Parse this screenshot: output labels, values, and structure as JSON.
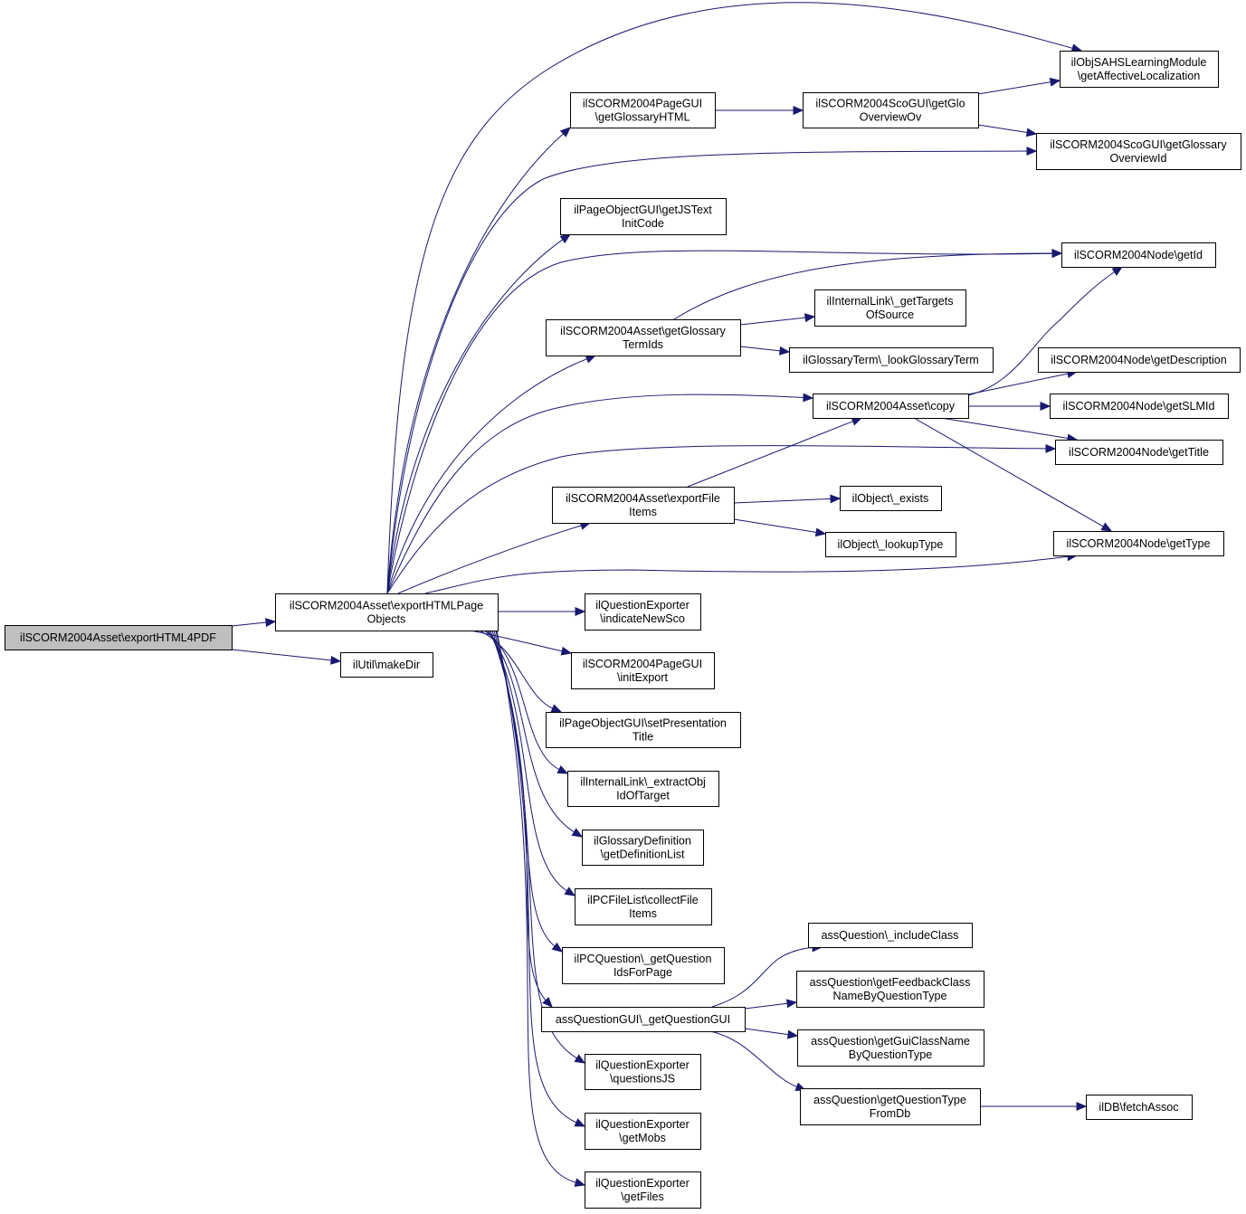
{
  "colors": {
    "edge": "#191970",
    "node_border": "#000000",
    "root_fill": "#bfbfbf",
    "node_fill": "#ffffff"
  },
  "nodes": [
    {
      "id": "root",
      "lines": [
        "ilSCORM2004Asset\\exportHTML4PDF"
      ],
      "root": true
    },
    {
      "id": "ehpo",
      "lines": [
        "ilSCORM2004Asset\\exportHTMLPage",
        "Objects"
      ]
    },
    {
      "id": "mkdir",
      "lines": [
        "ilUtil\\makeDir"
      ]
    },
    {
      "id": "sahs",
      "lines": [
        "ilObjSAHSLearningModule",
        "\\getAffectiveLocalization"
      ]
    },
    {
      "id": "pgui_gloss",
      "lines": [
        "ilSCORM2004PageGUI",
        "\\getGlossaryHTML"
      ]
    },
    {
      "id": "sco_glo",
      "lines": [
        "ilSCORM2004ScoGUI\\getGlo",
        "OverviewOv"
      ]
    },
    {
      "id": "sco_gid",
      "lines": [
        "ilSCORM2004ScoGUI\\getGlossary",
        "OverviewId"
      ]
    },
    {
      "id": "pog_js",
      "lines": [
        "ilPageObjectGUI\\getJSText",
        "InitCode"
      ]
    },
    {
      "id": "node_id",
      "lines": [
        "ilSCORM2004Node\\getId"
      ]
    },
    {
      "id": "ilink_targets",
      "lines": [
        "ilInternalLink\\_getTargets",
        "OfSource"
      ]
    },
    {
      "id": "asset_gterm",
      "lines": [
        "ilSCORM2004Asset\\getGlossary",
        "TermIds"
      ]
    },
    {
      "id": "gterm_look",
      "lines": [
        "ilGlossaryTerm\\_lookGlossaryTerm"
      ]
    },
    {
      "id": "node_desc",
      "lines": [
        "ilSCORM2004Node\\getDescription"
      ]
    },
    {
      "id": "asset_copy",
      "lines": [
        "ilSCORM2004Asset\\copy"
      ]
    },
    {
      "id": "node_slm",
      "lines": [
        "ilSCORM2004Node\\getSLMId"
      ]
    },
    {
      "id": "node_title",
      "lines": [
        "ilSCORM2004Node\\getTitle"
      ]
    },
    {
      "id": "asset_efi",
      "lines": [
        "ilSCORM2004Asset\\exportFile",
        "Items"
      ]
    },
    {
      "id": "obj_exists",
      "lines": [
        "ilObject\\_exists"
      ]
    },
    {
      "id": "obj_lookup",
      "lines": [
        "ilObject\\_lookupType"
      ]
    },
    {
      "id": "node_type",
      "lines": [
        "ilSCORM2004Node\\getType"
      ]
    },
    {
      "id": "qe_newsco",
      "lines": [
        "ilQuestionExporter",
        "\\indicateNewSco"
      ]
    },
    {
      "id": "pgui_init",
      "lines": [
        "ilSCORM2004PageGUI",
        "\\initExport"
      ]
    },
    {
      "id": "pog_title",
      "lines": [
        "ilPageObjectGUI\\setPresentation",
        "Title"
      ]
    },
    {
      "id": "ilink_extract",
      "lines": [
        "ilInternalLink\\_extractObj",
        "IdOfTarget"
      ]
    },
    {
      "id": "gdef",
      "lines": [
        "ilGlossaryDefinition",
        "\\getDefinitionList"
      ]
    },
    {
      "id": "pcfile",
      "lines": [
        "ilPCFileList\\collectFile",
        "Items"
      ]
    },
    {
      "id": "pcq",
      "lines": [
        "ilPCQuestion\\_getQuestion",
        "IdsForPage"
      ]
    },
    {
      "id": "aq_include",
      "lines": [
        "assQuestion\\_includeClass"
      ]
    },
    {
      "id": "aq_feedback",
      "lines": [
        "assQuestion\\getFeedbackClass",
        "NameByQuestionType"
      ]
    },
    {
      "id": "aqgui",
      "lines": [
        "assQuestionGUI\\_getQuestionGUI"
      ]
    },
    {
      "id": "aq_guiclass",
      "lines": [
        "assQuestion\\getGuiClassName",
        "ByQuestionType"
      ]
    },
    {
      "id": "qe_js",
      "lines": [
        "ilQuestionExporter",
        "\\questionsJS"
      ]
    },
    {
      "id": "aq_type",
      "lines": [
        "assQuestion\\getQuestionType",
        "FromDb"
      ]
    },
    {
      "id": "db_fetch",
      "lines": [
        "ilDB\\fetchAssoc"
      ]
    },
    {
      "id": "qe_mobs",
      "lines": [
        "ilQuestionExporter",
        "\\getMobs"
      ]
    },
    {
      "id": "qe_files",
      "lines": [
        "ilQuestionExporter",
        "\\getFiles"
      ]
    }
  ],
  "edges": [
    [
      "root",
      "ehpo"
    ],
    [
      "root",
      "mkdir"
    ],
    [
      "ehpo",
      "sahs"
    ],
    [
      "ehpo",
      "pgui_gloss"
    ],
    [
      "ehpo",
      "sco_gid"
    ],
    [
      "ehpo",
      "pog_js"
    ],
    [
      "ehpo",
      "node_id"
    ],
    [
      "ehpo",
      "asset_gterm"
    ],
    [
      "ehpo",
      "asset_copy"
    ],
    [
      "ehpo",
      "node_title"
    ],
    [
      "ehpo",
      "asset_efi"
    ],
    [
      "ehpo",
      "node_type"
    ],
    [
      "ehpo",
      "qe_newsco"
    ],
    [
      "ehpo",
      "pgui_init"
    ],
    [
      "ehpo",
      "pog_title"
    ],
    [
      "ehpo",
      "ilink_extract"
    ],
    [
      "ehpo",
      "gdef"
    ],
    [
      "ehpo",
      "pcfile"
    ],
    [
      "ehpo",
      "pcq"
    ],
    [
      "ehpo",
      "aqgui"
    ],
    [
      "ehpo",
      "qe_js"
    ],
    [
      "ehpo",
      "qe_mobs"
    ],
    [
      "ehpo",
      "qe_files"
    ],
    [
      "pgui_gloss",
      "sco_glo"
    ],
    [
      "sco_glo",
      "sahs"
    ],
    [
      "sco_glo",
      "sco_gid"
    ],
    [
      "asset_gterm",
      "node_id"
    ],
    [
      "asset_gterm",
      "ilink_targets"
    ],
    [
      "asset_gterm",
      "gterm_look"
    ],
    [
      "asset_copy",
      "node_id"
    ],
    [
      "asset_copy",
      "node_desc"
    ],
    [
      "asset_copy",
      "node_slm"
    ],
    [
      "asset_copy",
      "node_title"
    ],
    [
      "asset_copy",
      "node_type"
    ],
    [
      "asset_efi",
      "asset_copy"
    ],
    [
      "asset_efi",
      "obj_exists"
    ],
    [
      "asset_efi",
      "obj_lookup"
    ],
    [
      "aqgui",
      "aq_include"
    ],
    [
      "aqgui",
      "aq_feedback"
    ],
    [
      "aqgui",
      "aq_guiclass"
    ],
    [
      "aqgui",
      "aq_type"
    ],
    [
      "aq_type",
      "db_fetch"
    ]
  ]
}
